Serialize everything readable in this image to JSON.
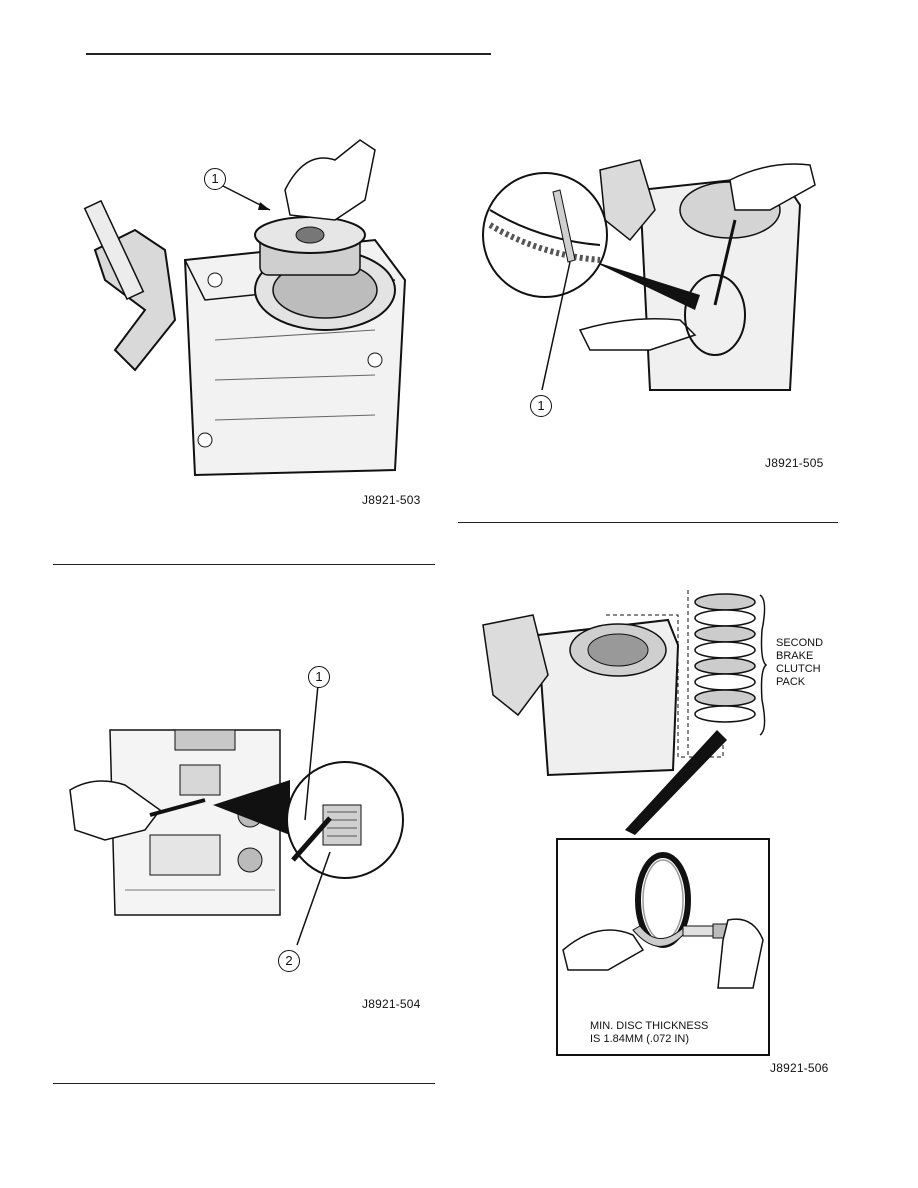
{
  "figures": {
    "fig_503": {
      "id": "J8921-503",
      "callouts": [
        "1"
      ]
    },
    "fig_504": {
      "id": "J8921-504",
      "callouts": [
        "1",
        "2"
      ]
    },
    "fig_505": {
      "id": "J8921-505",
      "callouts": [
        "1"
      ]
    },
    "fig_506": {
      "id": "J8921-506",
      "label": "SECOND BRAKE CLUTCH PACK",
      "label_lines": [
        "SECOND",
        "BRAKE",
        "CLUTCH",
        "PACK"
      ],
      "note_lines": [
        "MIN. DISC THICKNESS",
        "IS 1.84MM (.072 IN)"
      ]
    }
  }
}
